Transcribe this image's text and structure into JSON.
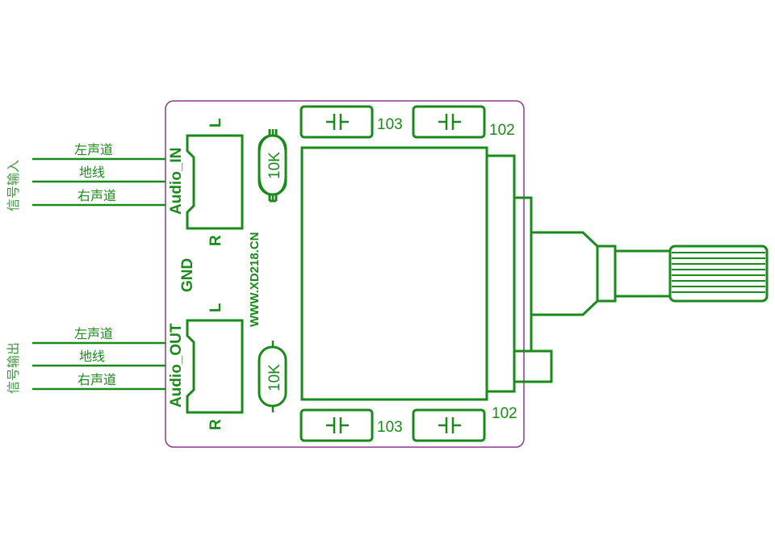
{
  "input_group": {
    "title": "信号输入",
    "wires": [
      "左声道",
      "地线",
      "右声道"
    ]
  },
  "output_group": {
    "title": "信号输出",
    "wires": [
      "左声道",
      "地线",
      "右声道"
    ]
  },
  "board": {
    "connector_in": "Audio_IN",
    "connector_out": "Audio_OUT",
    "gnd": "GND",
    "left_in": "L",
    "right_in": "R",
    "left_out": "L",
    "right_out": "R",
    "url": "WWW.XD218.CN",
    "resistor_top": "10K",
    "resistor_bottom": "10K",
    "cap_top_left": "103",
    "cap_top_right": "102",
    "cap_bottom_left": "103",
    "cap_bottom_right": "102"
  },
  "colors": {
    "trace": "#1a8a1a",
    "board_outline": "#8a3a8a"
  }
}
